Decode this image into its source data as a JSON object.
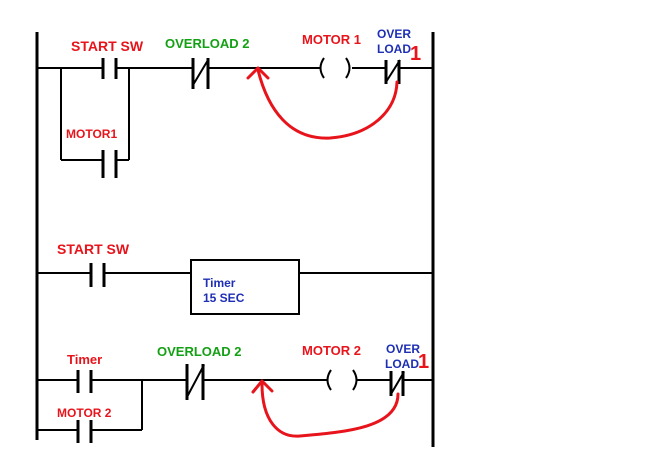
{
  "rung1": {
    "start_sw": "START SW",
    "overload2": "OVERLOAD 2",
    "motor1": "MOTOR 1",
    "over": "OVER",
    "load": "LOAD",
    "marker": "1",
    "seal": "MOTOR1"
  },
  "rung2": {
    "start_sw": "START SW",
    "timer_line1": "Timer",
    "timer_line2": "15 SEC"
  },
  "rung3": {
    "timer": "Timer",
    "overload2": "OVERLOAD 2",
    "motor2": "MOTOR 2",
    "over": "OVER",
    "load": "LOAD",
    "marker": "1",
    "seal": "MOTOR 2"
  },
  "colors": {
    "red_label": "#e8141c",
    "green_label": "#14a014",
    "blue_label": "#1e2fb4",
    "annotation_arrow": "#e8141c"
  }
}
